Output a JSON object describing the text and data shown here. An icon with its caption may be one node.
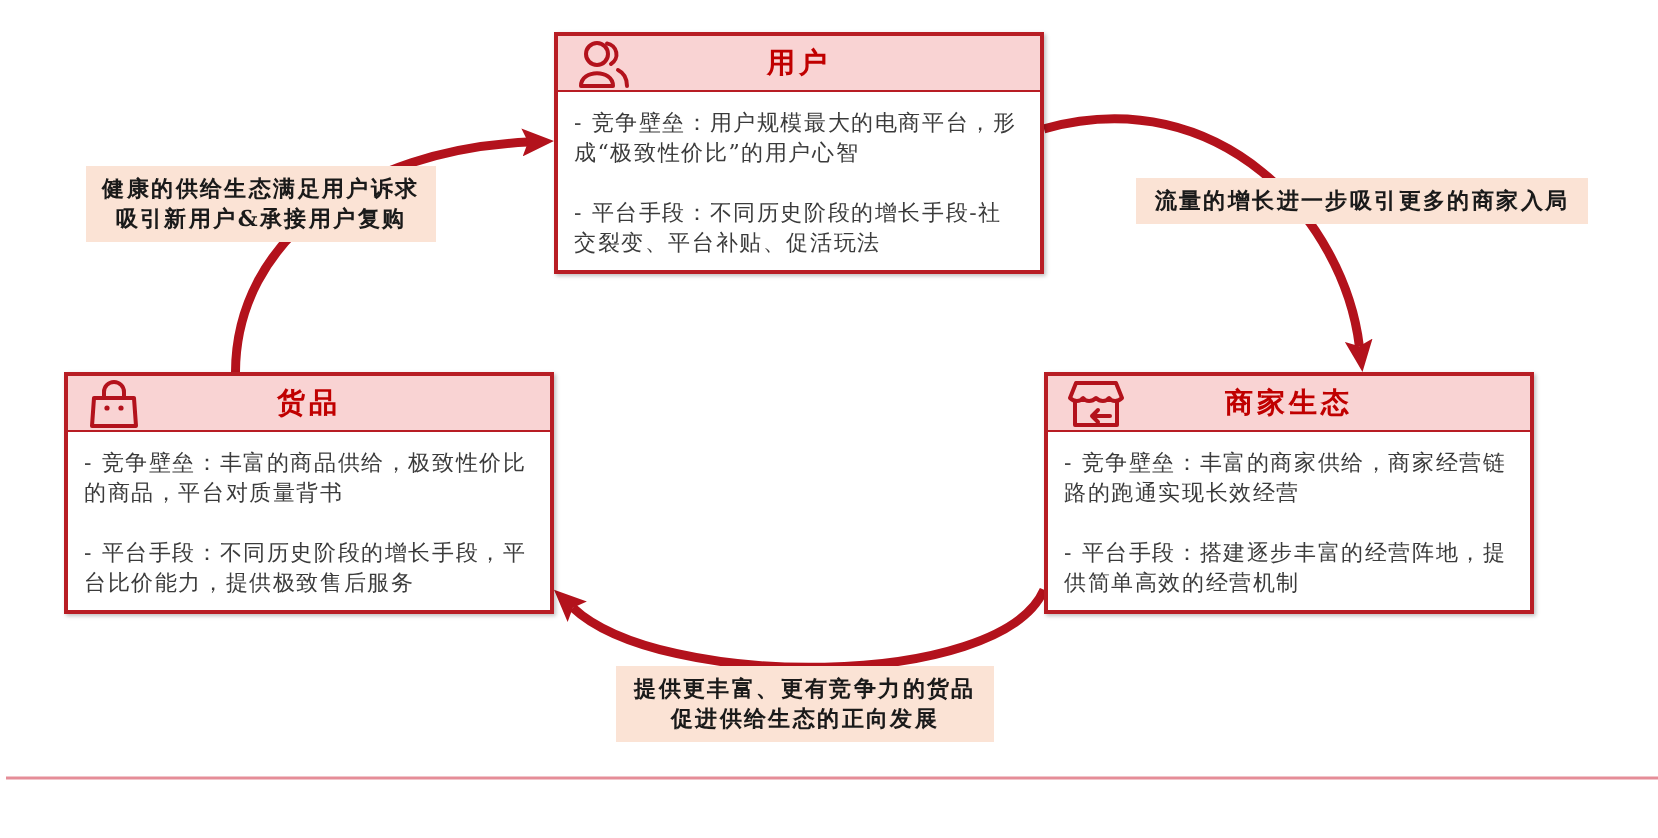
{
  "diagram": {
    "nodes": [
      {
        "text": [
          "用户",
          "- 竞争壁垒：用户规模最大的电商平台，形成“极致性价比”的用户心智",
          "- 平台手段：不同历史阶段的增长手段-社交裂变、平台补贴、促活玩法"
        ]
      },
      {
        "text": [
          "货品",
          "- 竞争壁垒：丰富的商品供给，极致性价比的商品，平台对质量背书",
          "- 平台手段：不同历史阶段的增长手段，平台比价能力，提供极致售后服务"
        ]
      },
      {
        "text": [
          "商家生态",
          "- 竞争壁垒：丰富的商家供给，商家经营链路的跑通实现长效经营",
          "- 平台手段：搭建逐步丰富的经营阵地，提供简单高效的经营机制"
        ]
      }
    ],
    "edges": [
      {
        "from": 0,
        "to": 2,
        "arrow": "to",
        "label": "流量的增长进一步吸引更多的商家入局"
      },
      {
        "from": 2,
        "to": 1,
        "arrow": "to",
        "label": "提供更丰富、更有竞争力的货品促进供给生态的正向发展"
      },
      {
        "from": 1,
        "to": 0,
        "arrow": "to",
        "label": "健康的供给生态满足用户诉求吸引新用户&承接用户复购"
      }
    ]
  }
}
